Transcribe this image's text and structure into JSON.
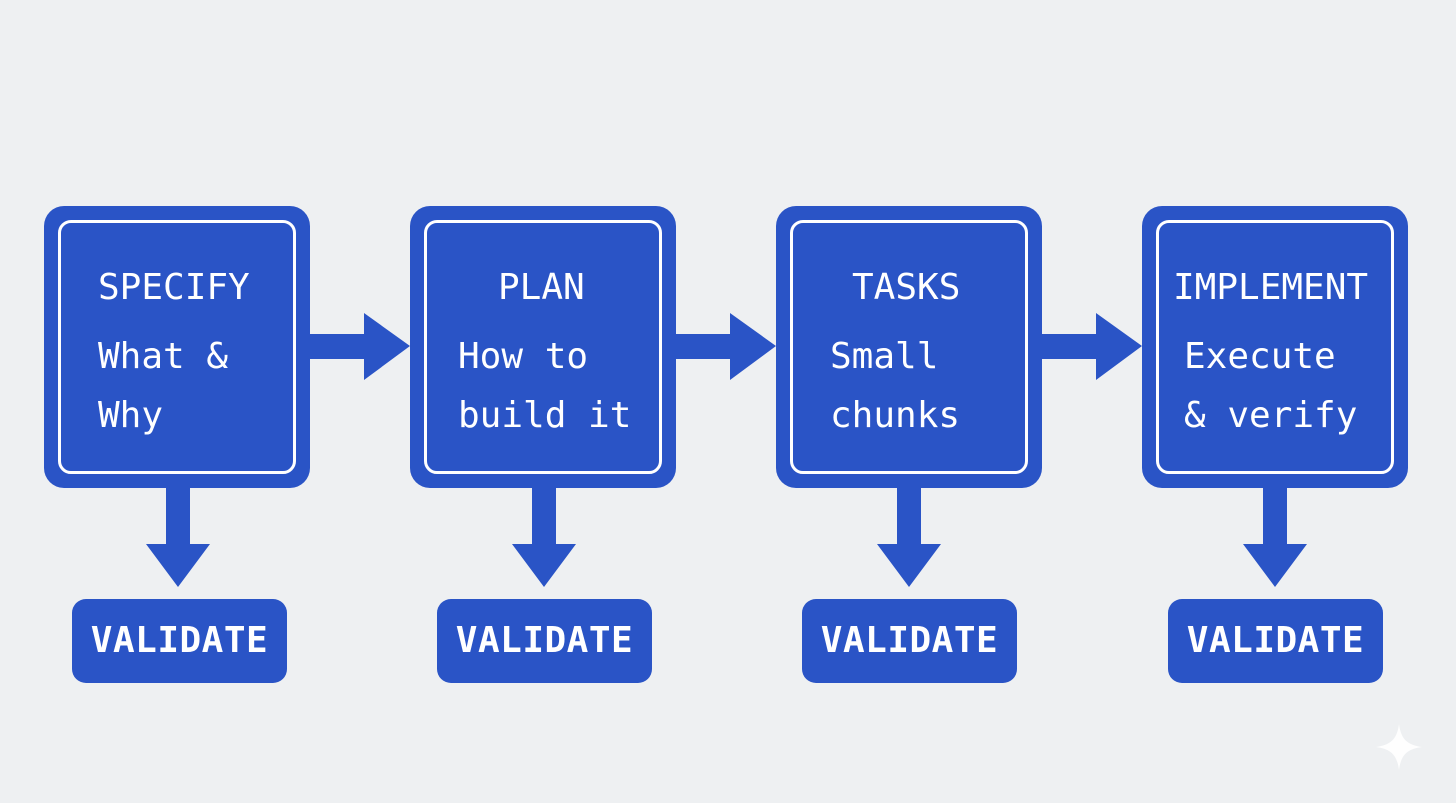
{
  "colors": {
    "accent": "#2a54c6",
    "background": "#eef0f2"
  },
  "steps": [
    {
      "title": "SPECIFY",
      "desc": "What &\nWhy",
      "validate": "VALIDATE"
    },
    {
      "title": "PLAN",
      "desc": "How to\nbuild it",
      "validate": "VALIDATE"
    },
    {
      "title": "TASKS",
      "desc": "Small\nchunks",
      "validate": "VALIDATE"
    },
    {
      "title": "IMPLEMENT",
      "desc": "Execute\n& verify",
      "validate": "VALIDATE"
    }
  ],
  "decorations": {
    "corner_icon": "sparkle-icon"
  }
}
